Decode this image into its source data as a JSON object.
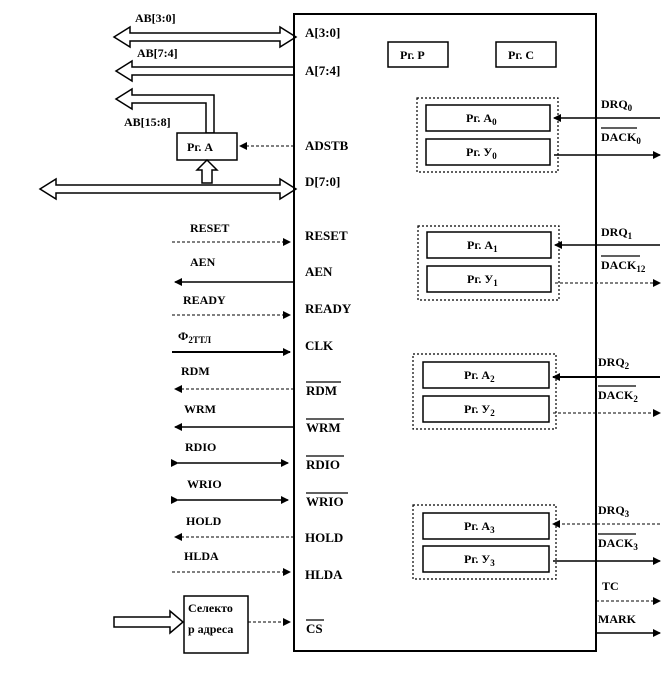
{
  "chip_pins": {
    "a30": "A[3:0]",
    "a74": "A[7:4]",
    "adstb": "ADSTB",
    "d70": "D[7:0]",
    "reset": "RESET",
    "aen": "AEN",
    "ready": "READY",
    "clk": "CLK",
    "rdm": "RDM",
    "wrm": "WRM",
    "rdio": "RDIO",
    "wrio": "WRIO",
    "hold": "HOLD",
    "hlda": "HLDA",
    "cs": "CS"
  },
  "left_signals": {
    "ab30": "AB[3:0]",
    "ab74": "AB[7:4]",
    "ab158": "AB[15:8]",
    "reset": "RESET",
    "aen": "AEN",
    "ready": "READY",
    "phi_main": "Ф",
    "phi_sub": "2ТТЛ",
    "rdm": "RDM",
    "wrm": "WRM",
    "rdio": "RDIO",
    "wrio": "WRIO",
    "hold": "HOLD",
    "hlda": "HLDA"
  },
  "registers": {
    "rg_p": "Рг. Р",
    "rg_c": "Рг. С",
    "rg_a_ext": "Рг. А",
    "rg_a_prefix": "Рг. А",
    "rg_y_prefix": "Рг. У",
    "ch0": "0",
    "ch1": "1",
    "ch2": "2",
    "ch3": "3"
  },
  "selector": {
    "line1": "Селекто",
    "line2": "р адреса"
  },
  "right_signals": {
    "drq_main": "DRQ",
    "dack_main": "DACK",
    "drq0_sub": "0",
    "dack0_sub": "0",
    "drq1_sub": "1",
    "dack1_sub": "12",
    "drq2_sub": "2",
    "dack2_sub": "2",
    "drq3_sub": "3",
    "dack3_sub": "3",
    "tc": "TC",
    "mark": "MARK"
  }
}
